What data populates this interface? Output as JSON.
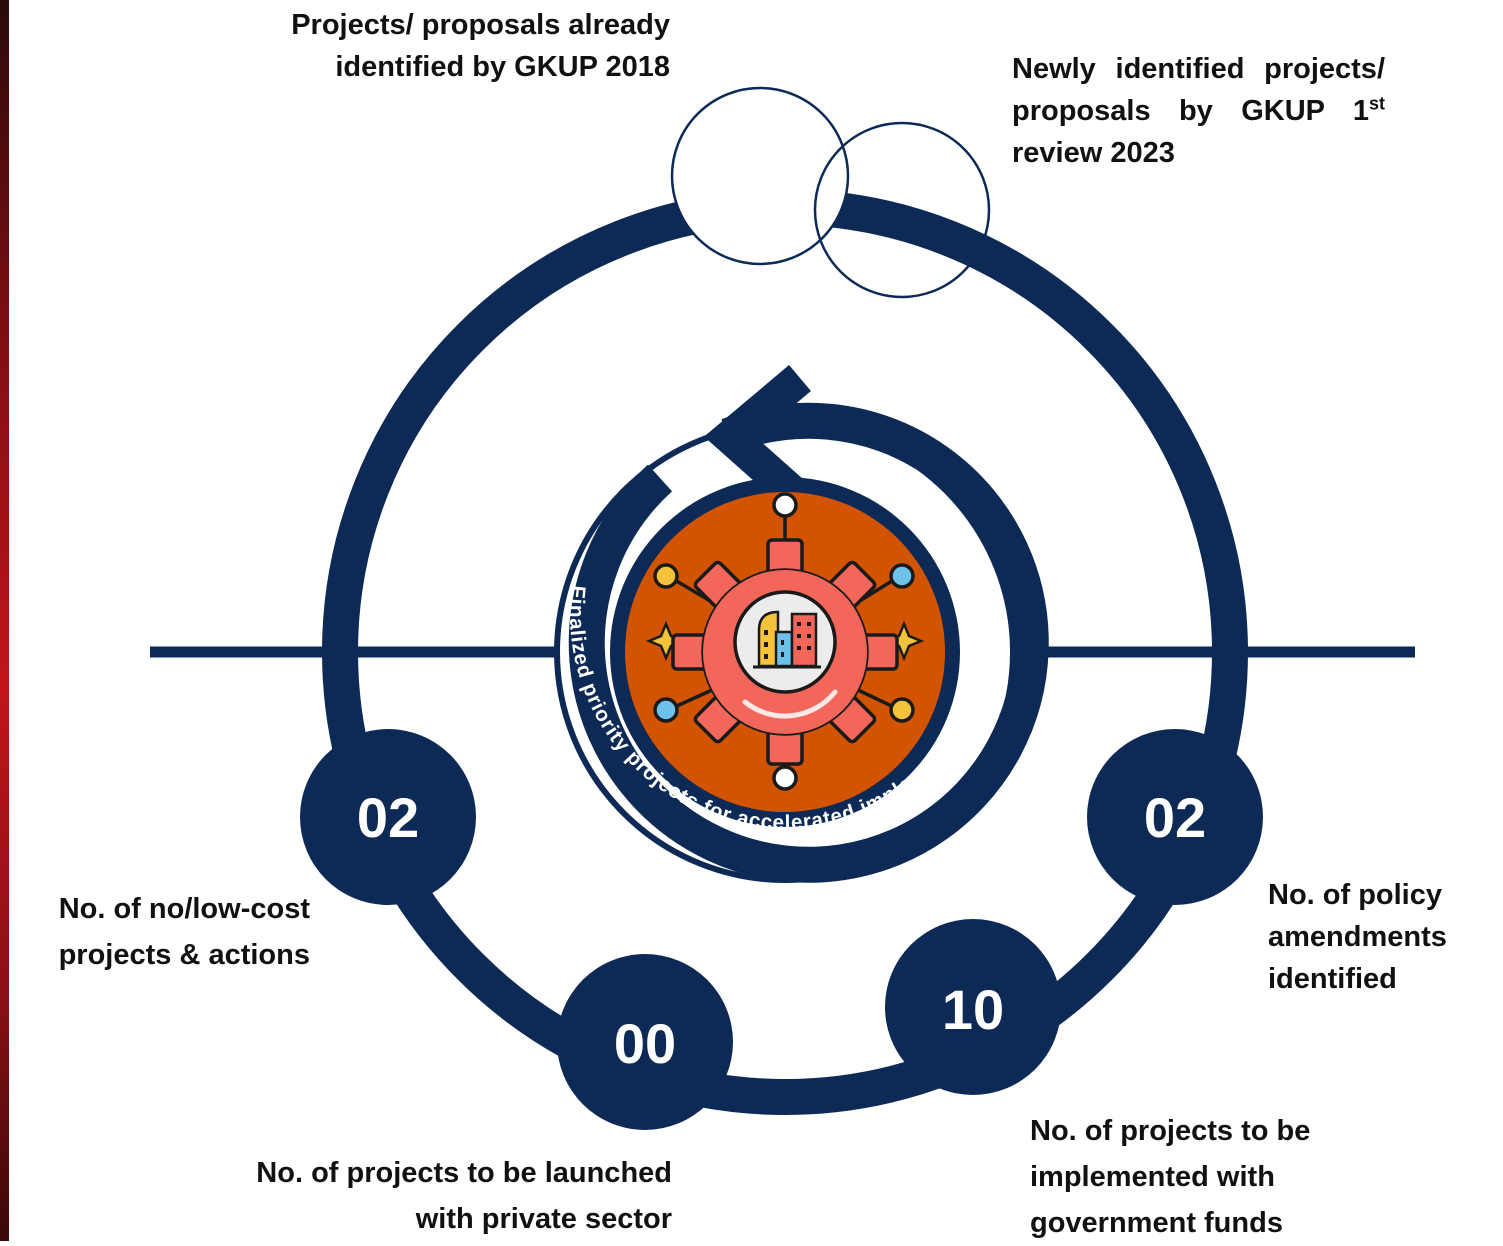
{
  "colors": {
    "navy": "#0d2a57",
    "orange": "#d35400",
    "gear": "#f2675a",
    "node_yellow": "#f5c33b",
    "node_blue": "#6ec1ea",
    "accent_red": "#c0151b"
  },
  "icons": [
    "gear-icon",
    "buildings-icon",
    "sparkle-icon",
    "cycle-arrow-icon"
  ],
  "top": {
    "existing_label": "Projects/ proposals already identified by GKUP 2018",
    "new_label_pre": "Newly identified projects/ proposals by GKUP 1",
    "new_label_sup": "st",
    "new_label_post": " review 2023"
  },
  "center": {
    "caption": "Finalized priority projects for accelerated implementation"
  },
  "metrics": [
    {
      "value": "02",
      "label": "No. of no/low-cost projects & actions"
    },
    {
      "value": "00",
      "label": "No. of projects to be launched with private sector"
    },
    {
      "value": "10",
      "label": "No. of projects to be implemented with government funds"
    },
    {
      "value": "02",
      "label": "No. of policy amendments identified"
    }
  ]
}
